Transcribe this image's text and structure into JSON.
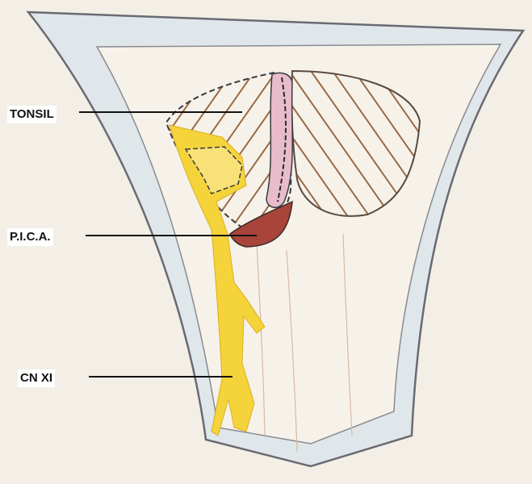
{
  "labels": {
    "tonsil": "TONSIL",
    "pica": "P.I.C.A.",
    "cn_xi": "CN XI"
  },
  "colors": {
    "paper": "#f3efe6",
    "frame_fill": "#dfe7ea",
    "frame_outline": "#6a6a72",
    "tonsil_hatch": "#9a6a44",
    "pica_fill": "#a8443a",
    "vessel_fill": "#e8bccb",
    "nerve_fill": "#f5d33a",
    "leader_line": "#111111"
  },
  "icons": [
    "tonsil-structure",
    "pica-artery",
    "vessel-strip",
    "accessory-nerve"
  ]
}
